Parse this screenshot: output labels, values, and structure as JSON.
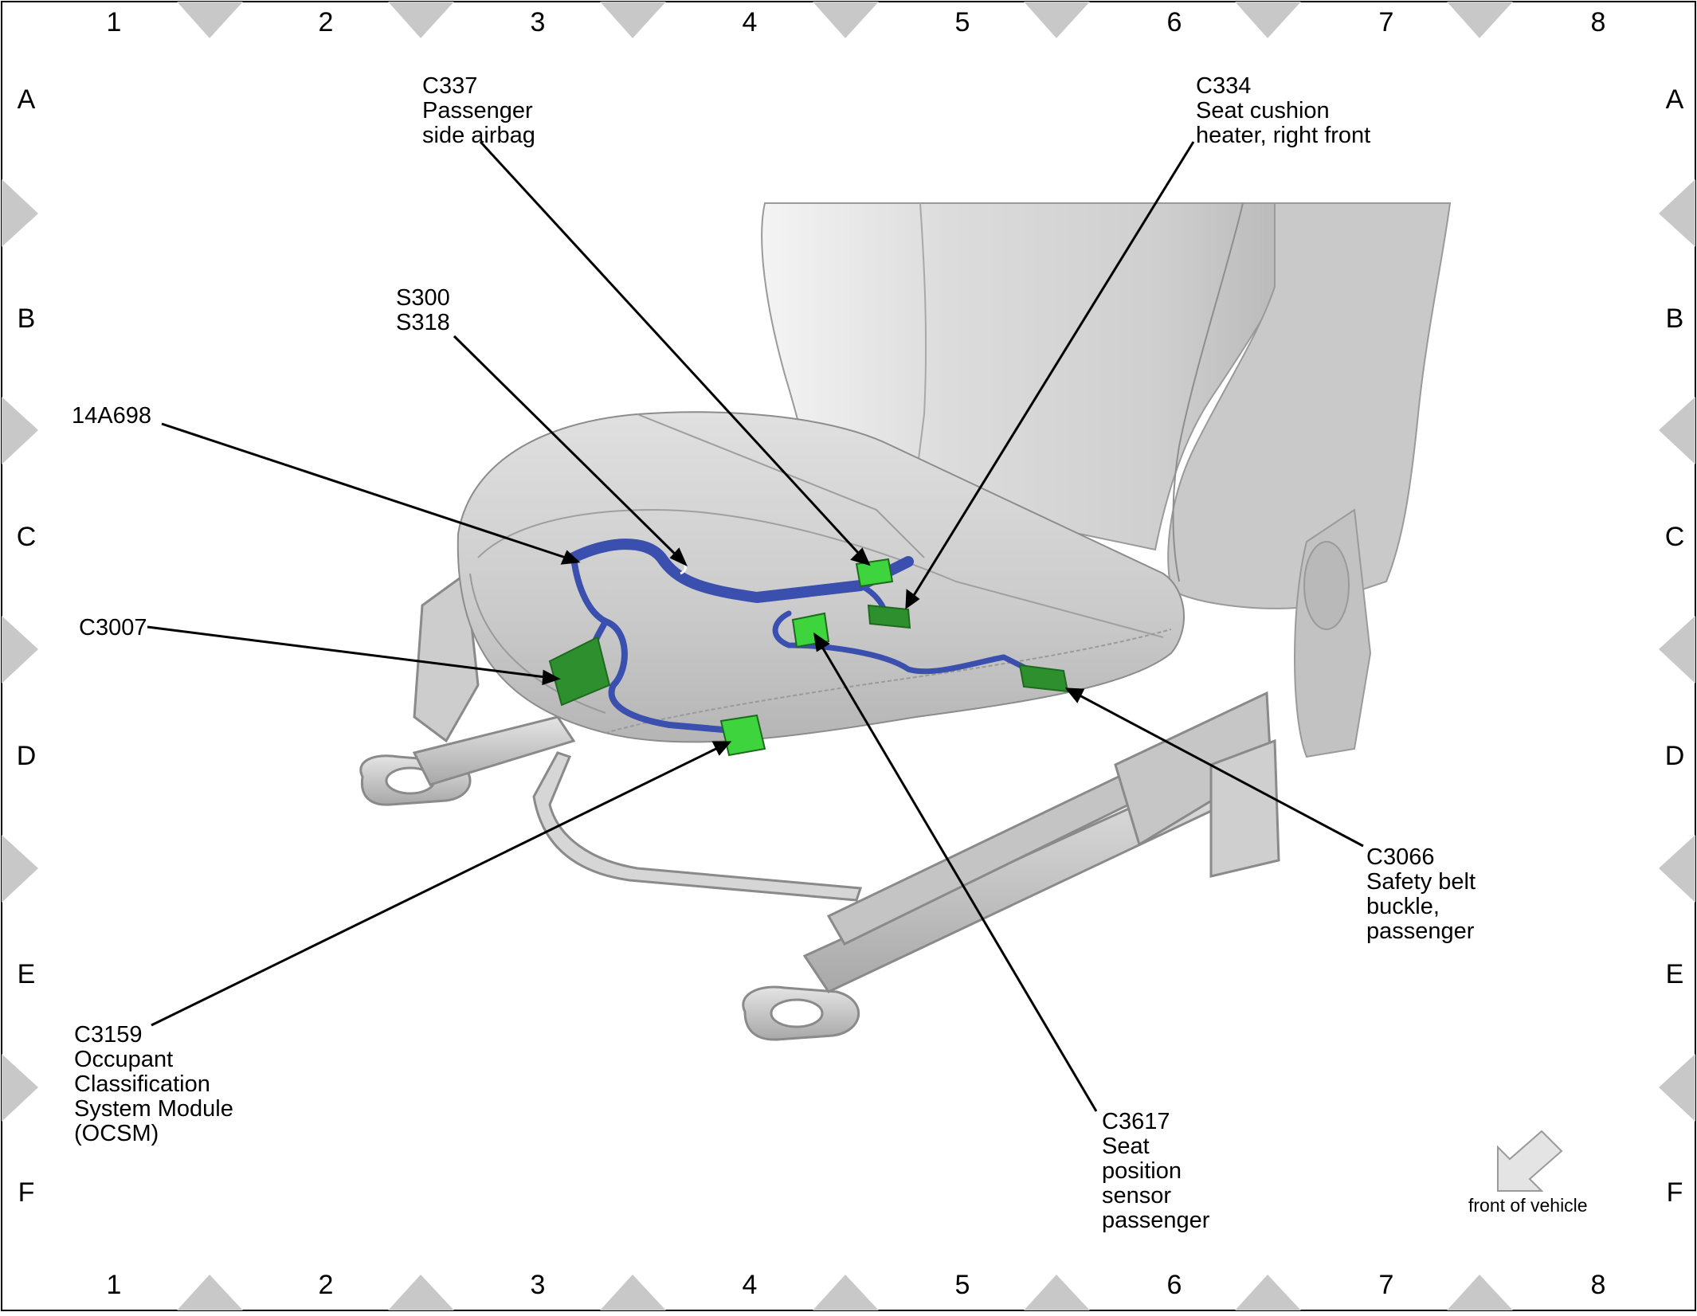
{
  "grid": {
    "columns": [
      "1",
      "2",
      "3",
      "4",
      "5",
      "6",
      "7",
      "8"
    ],
    "rows": [
      "A",
      "B",
      "C",
      "D",
      "E",
      "F"
    ]
  },
  "callouts": [
    {
      "id": "c337",
      "text": "C337\nPassenger\nside airbag"
    },
    {
      "id": "c334",
      "text": "C334\nSeat cushion\nheater, right front"
    },
    {
      "id": "s300",
      "text": "S300\nS318"
    },
    {
      "id": "h14a698",
      "text": "14A698"
    },
    {
      "id": "c3007",
      "text": "C3007"
    },
    {
      "id": "c3066",
      "text": "C3066\nSafety belt\nbuckle,\npassenger"
    },
    {
      "id": "c3159",
      "text": "C3159\nOccupant\nClassification\nSystem Module\n(OCSM)"
    },
    {
      "id": "c3617",
      "text": "C3617\nSeat\nposition\nsensor\npassenger"
    }
  ],
  "front_of_vehicle": "front of vehicle",
  "colors": {
    "seat": "#d4d4d4",
    "harness": "#3a4fae",
    "connector": "#3ed43e",
    "connector_dark": "#2e8f2e",
    "frame_marker": "#c8c8c8"
  }
}
